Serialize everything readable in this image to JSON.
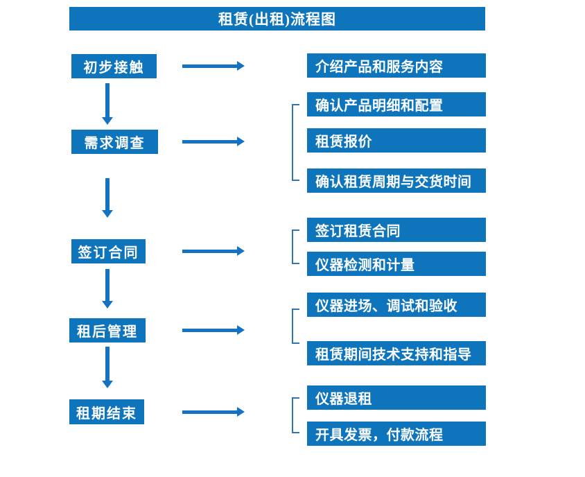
{
  "title": "租赁(出租)流程图",
  "colors": {
    "box_blue": "#0e74bc",
    "arrow_blue": "#1372c2",
    "bracket_blue": "#2e75b6",
    "text_white": "#ffffff",
    "page_bg": "#ffffff"
  },
  "steps": [
    {
      "label": "初步接触",
      "details": [
        "介绍产品和服务内容"
      ]
    },
    {
      "label": "需求调查",
      "details": [
        "确认产品明细和配置",
        "租赁报价",
        "确认租赁周期与交货时间"
      ]
    },
    {
      "label": "签订合同",
      "details": [
        "签订租赁合同",
        "仪器检测和计量"
      ]
    },
    {
      "label": "租后管理",
      "details": [
        "仪器进场、调试和验收",
        "租赁期间技术支持和指导"
      ]
    },
    {
      "label": "租期结束",
      "details": [
        "仪器退租",
        "开具发票，付款流程"
      ]
    }
  ]
}
